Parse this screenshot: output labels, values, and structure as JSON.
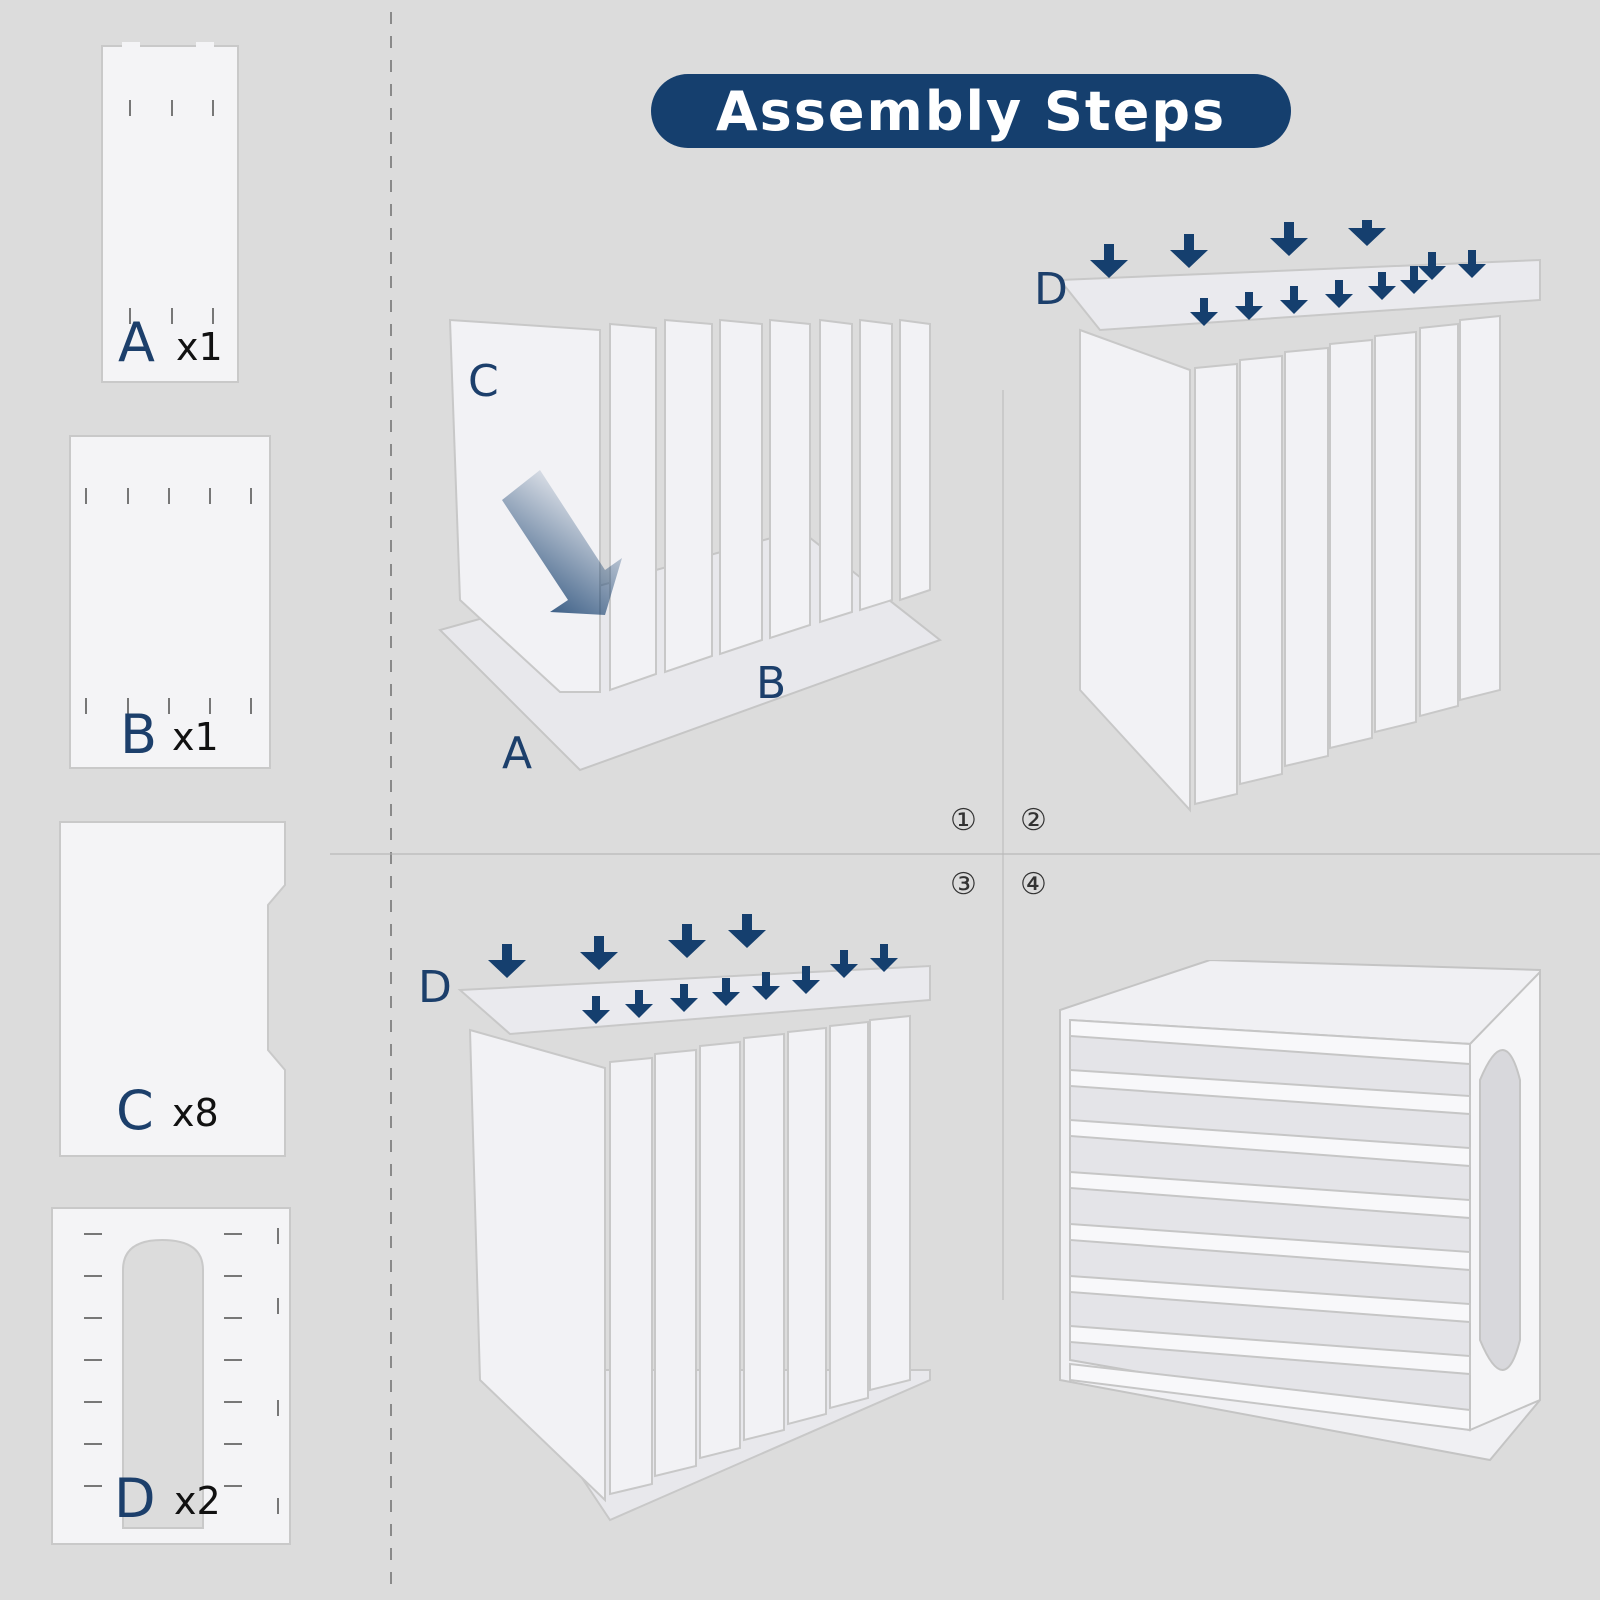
{
  "title": "Assembly Steps",
  "colors": {
    "background": "#dcdcdc",
    "accent": "#153f6e",
    "panel": "#f4f4f6",
    "label": "#1c3f6b"
  },
  "parts": [
    {
      "letter": "A",
      "qty": "x1"
    },
    {
      "letter": "B",
      "qty": "x1"
    },
    {
      "letter": "C",
      "qty": "x8"
    },
    {
      "letter": "D",
      "qty": "x2"
    }
  ],
  "steps": [
    {
      "number": "①",
      "labels": [
        "C",
        "B",
        "A"
      ]
    },
    {
      "number": "②",
      "labels": [
        "D"
      ]
    },
    {
      "number": "③",
      "labels": [
        "D"
      ]
    },
    {
      "number": "④",
      "labels": []
    }
  ],
  "icons": [
    "down-arrow-icon",
    "diagonal-arrow-icon"
  ]
}
